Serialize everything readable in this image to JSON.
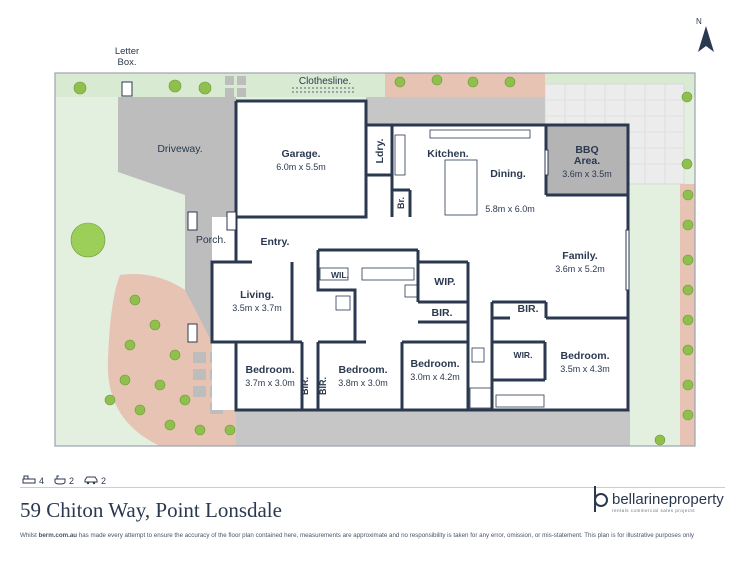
{
  "address": "59 Chiton Way, Point Lonsdale",
  "disclaimer_prefix": "Whilst ",
  "disclaimer_brand": "berm.com.au",
  "disclaimer_rest": " has made every attempt to ensure the accuracy of the floor plan contained here, measurements are approximate and no responsibility is taken for any error, omission, or mis-statement. This plan is for illustrative purposes only",
  "compass": "N",
  "stats": {
    "bedrooms": "4",
    "bathrooms": "2",
    "cars": "2"
  },
  "brand": {
    "name": "bellarineproperty",
    "tagline": "rentals   commercial   sales   projects"
  },
  "outdoor": {
    "letter_box": "Letter\nBox.",
    "clothesline": "Clothesline.",
    "driveway": "Driveway.",
    "porch": "Porch."
  },
  "rooms": {
    "garage": {
      "name": "Garage.",
      "dims": "6.0m x 5.5m"
    },
    "ldry": {
      "name": "Ldry."
    },
    "br": {
      "name": "Br."
    },
    "kitchen": {
      "name": "Kitchen."
    },
    "dining": {
      "name": "Dining.",
      "dims": "5.8m x 6.0m"
    },
    "bbq": {
      "name": "BBQ\nArea.",
      "dims": "3.6m x 3.5m"
    },
    "entry": {
      "name": "Entry."
    },
    "living": {
      "name": "Living.",
      "dims": "3.5m x 3.7m"
    },
    "wil": {
      "name": "WIL."
    },
    "wip": {
      "name": "WIP."
    },
    "bir_center": {
      "name": "BIR."
    },
    "family": {
      "name": "Family.",
      "dims": "3.6m x 5.2m"
    },
    "bir_right": {
      "name": "BIR."
    },
    "wir": {
      "name": "WIR."
    },
    "bed1": {
      "name": "Bedroom.",
      "dims": "3.7m x 3.0m"
    },
    "bed2": {
      "name": "Bedroom.",
      "dims": "3.8m x 3.0m"
    },
    "bed3": {
      "name": "Bedroom.",
      "dims": "3.0m x 4.2m"
    },
    "bed4": {
      "name": "Bedroom.",
      "dims": "3.5m x 4.3m"
    },
    "bir_a": {
      "name": "BIR."
    },
    "bir_b": {
      "name": "BIR."
    }
  },
  "colors": {
    "wall": "#2b3950",
    "grass": "#d9ead3",
    "paving": "#b9b9b9",
    "tile": "#ececec",
    "garden": "#e7c3b4",
    "accent": "#2b3950"
  }
}
